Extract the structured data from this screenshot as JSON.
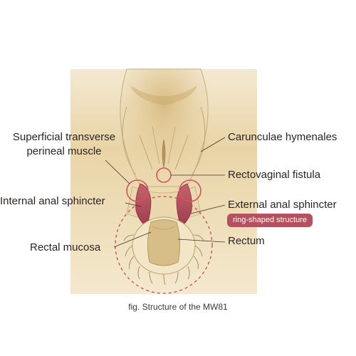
{
  "labels": {
    "superficial_transverse": "Superficial transverse",
    "perineal_muscle": "perineal muscle",
    "carunculae_hymenales": "Carunculae hymenales",
    "rectovaginal_fistula": "Rectovaginal fistula",
    "internal_anal_sphincter": "Internal anal sphincter",
    "external_anal_sphincter": "External anal sphincter",
    "ring_shaped_structure": "ring-shaped structure",
    "rectal_mucosa": "Rectal mucosa",
    "rectum": "Rectum"
  },
  "caption": "fig. Structure of the MW81",
  "colors": {
    "background_panel": "#efe0bf",
    "tissue": "#e2cb97",
    "muscle": "#b5505e",
    "badge": "#b5505e",
    "dashed_ring": "#c24a50",
    "text": "#2a2522"
  }
}
